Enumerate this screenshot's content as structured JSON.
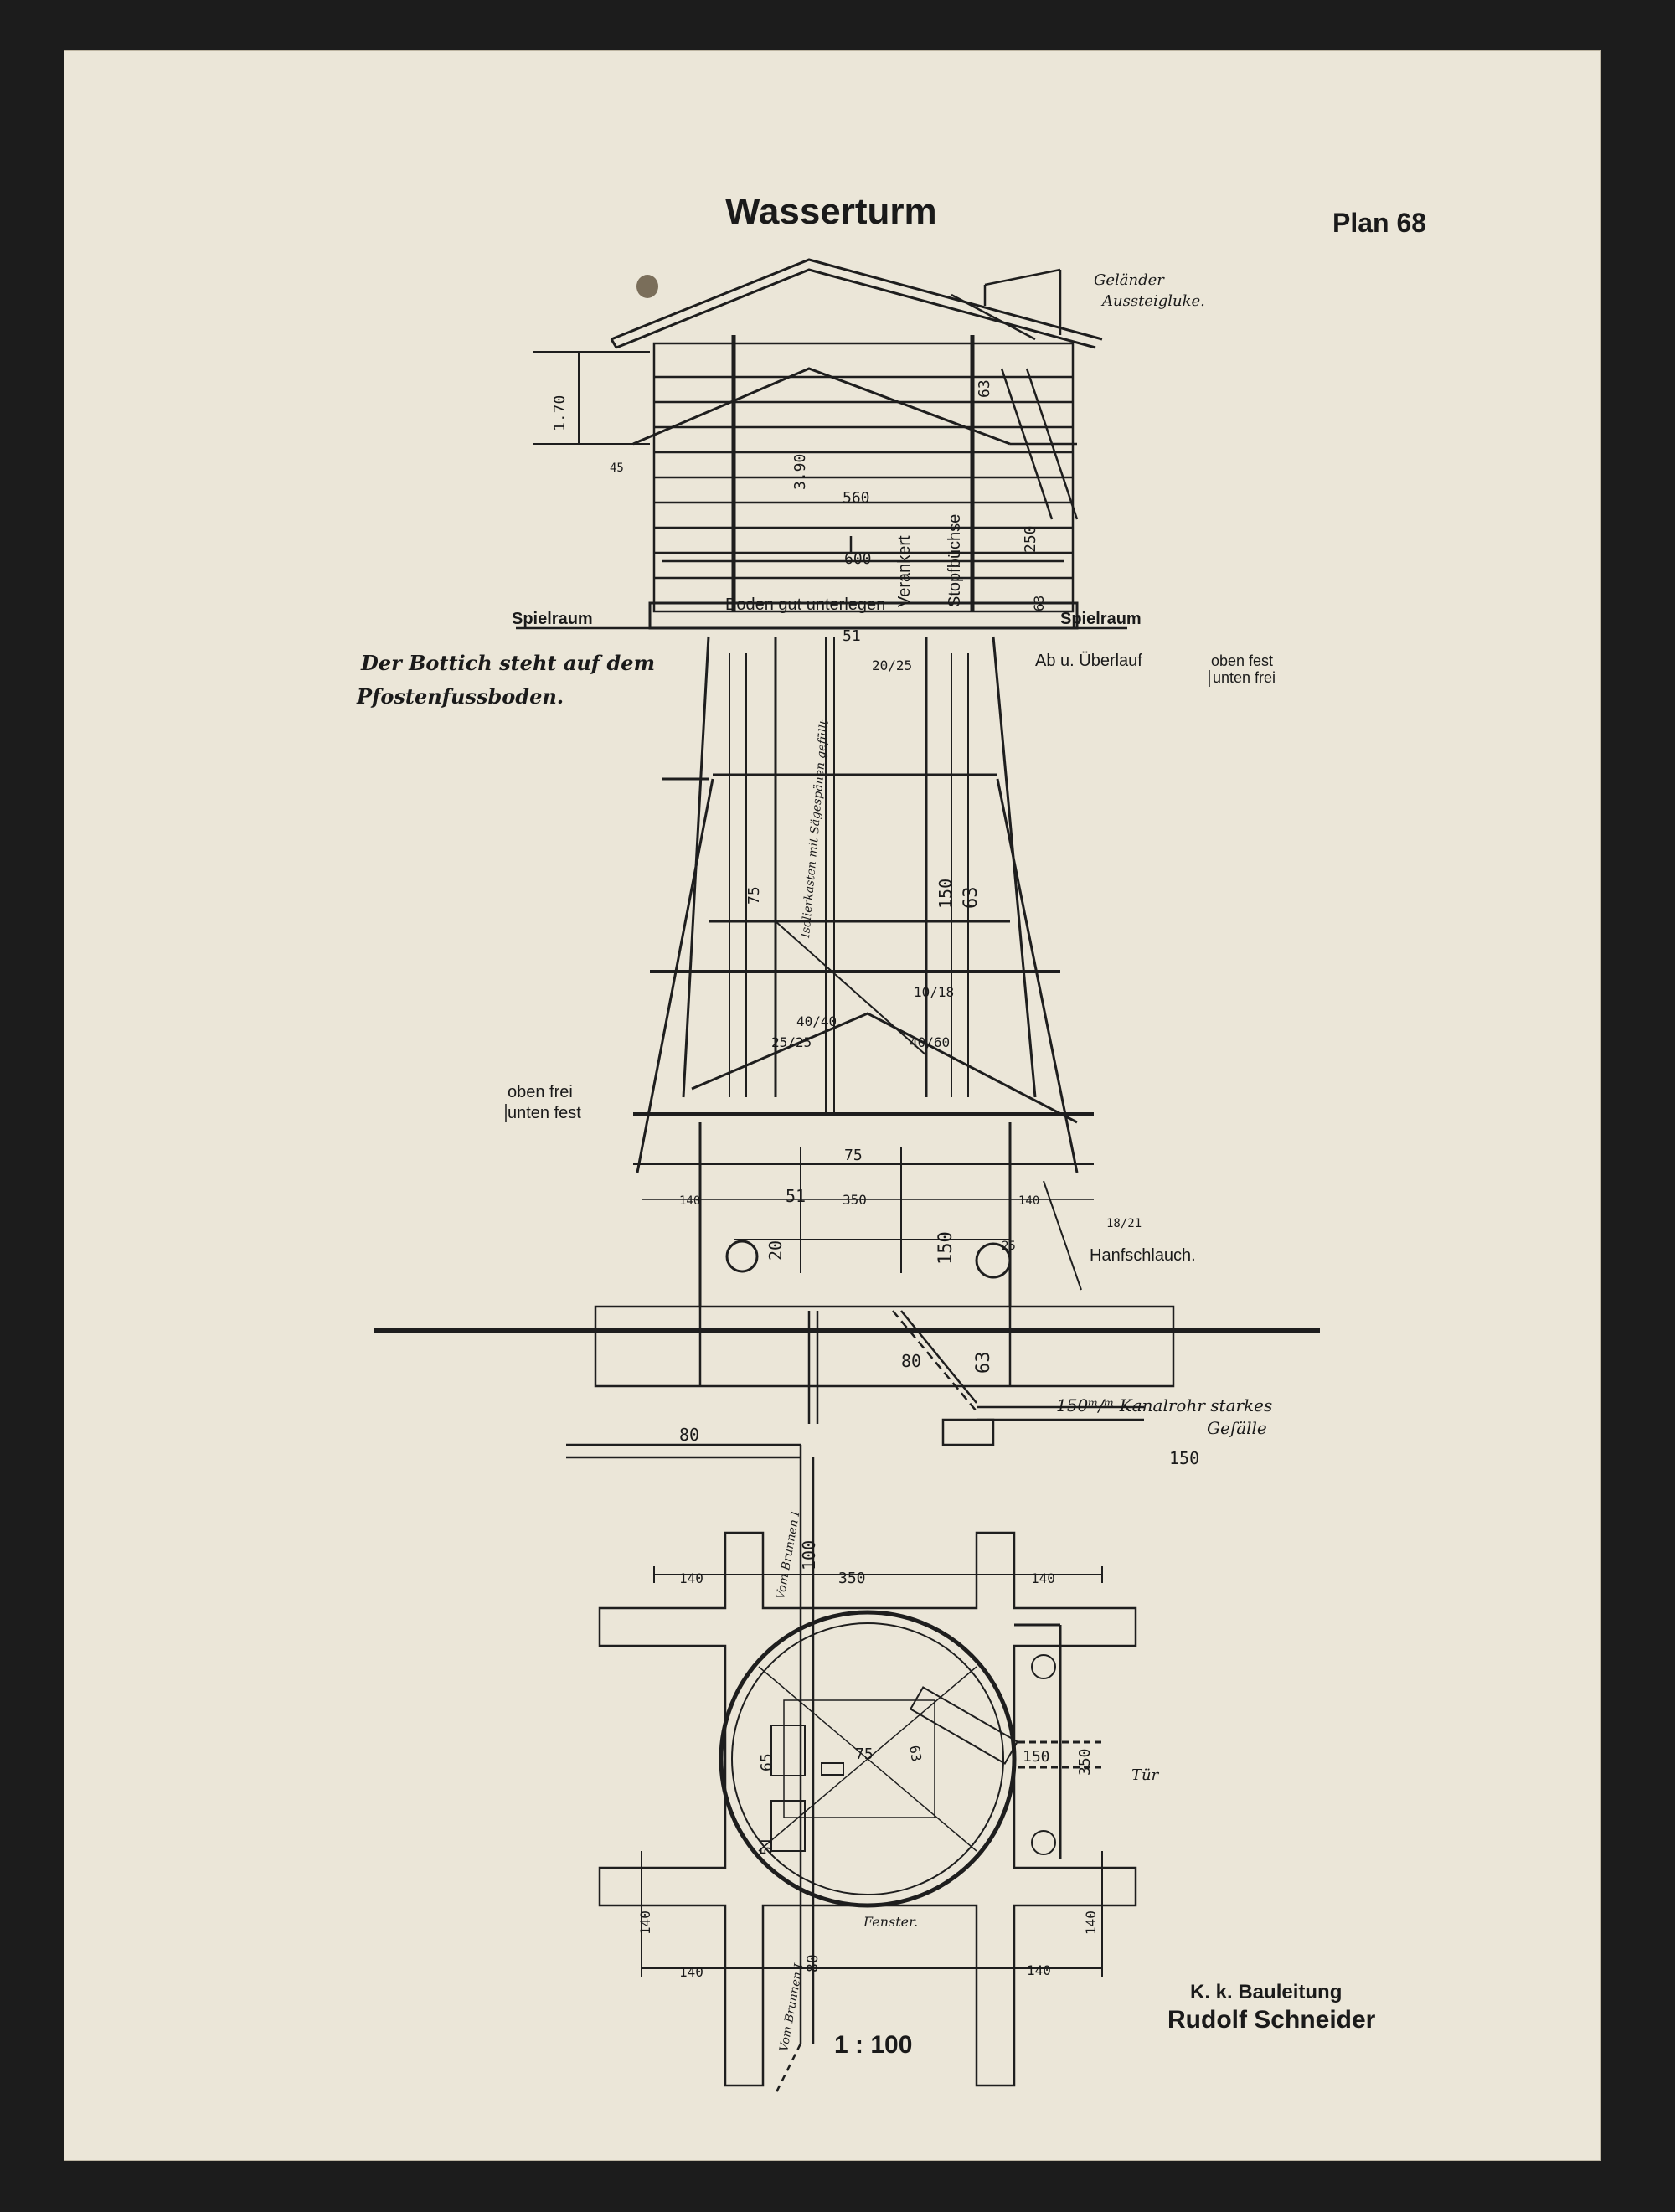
{
  "title": "Wasserturm",
  "plan_number": "Plan 68",
  "scale": "1 : 100",
  "credits": {
    "line1": "K. k. Bauleitung",
    "line2": "Rudolf Schneider"
  },
  "notes": {
    "gelaender": "Geländer",
    "aussteigluke": "Aussteigluke.",
    "bottich_line1": "Der Bottich steht auf dem",
    "bottich_line2": "Pfostenfussboden.",
    "spielraum_left": "Spielraum",
    "spielraum_right": "Spielraum",
    "ueberlauf": "Ab u. Überlauf",
    "oben_fest": "oben fest",
    "unten_frei": "unten frei",
    "oben_frei": "oben frei",
    "unten_fest": "unten fest",
    "boden": "Boden gut unterlegen",
    "verankert": "Verankert",
    "stopfbuechse": "Stopfbüchse",
    "isolier": "Isolierkasten mit Sägespänen gefüllt",
    "hanfschlauch": "Hanfschlauch.",
    "kanalrohr": "150ᵐ/ᵐ Kanalrohr starkes",
    "gefaelle": "Gefälle",
    "brunnen1_top": "Vom Brunnen I",
    "brunnen1_bottom": "Vom Brunnen I",
    "fenster": "Fenster.",
    "tuer": "Tür"
  },
  "dims": {
    "h170": "1.70",
    "h390": "3.90",
    "d560": "560",
    "d600": "600",
    "d250": "250",
    "d63a": "63",
    "d63b": "63",
    "d63c": "63",
    "d63d": "63",
    "d51a": "51",
    "d51b": "51",
    "d20_25": "20/25",
    "d75a": "75",
    "d150a": "150",
    "d10_18": "10/18",
    "d40_40": "40/40",
    "d25_25": "25/25",
    "d40_60": "40/60",
    "d75b": "75",
    "d140a": "140",
    "d350a": "350",
    "d140b": "140",
    "d18_21": "18/21",
    "d20": "20",
    "d150b": "150",
    "d25": "25",
    "d80a": "80",
    "d80b": "80",
    "d150c": "150",
    "d45": "45",
    "p100": "100",
    "p140a": "140",
    "p350": "350",
    "p140b": "140",
    "p65": "65",
    "p75": "75",
    "p150": "150",
    "p350v": "350",
    "p51": "51",
    "p140c": "140",
    "p140d": "140",
    "p140e": "140",
    "p80": "80",
    "p140f": "140",
    "p63": "63"
  }
}
